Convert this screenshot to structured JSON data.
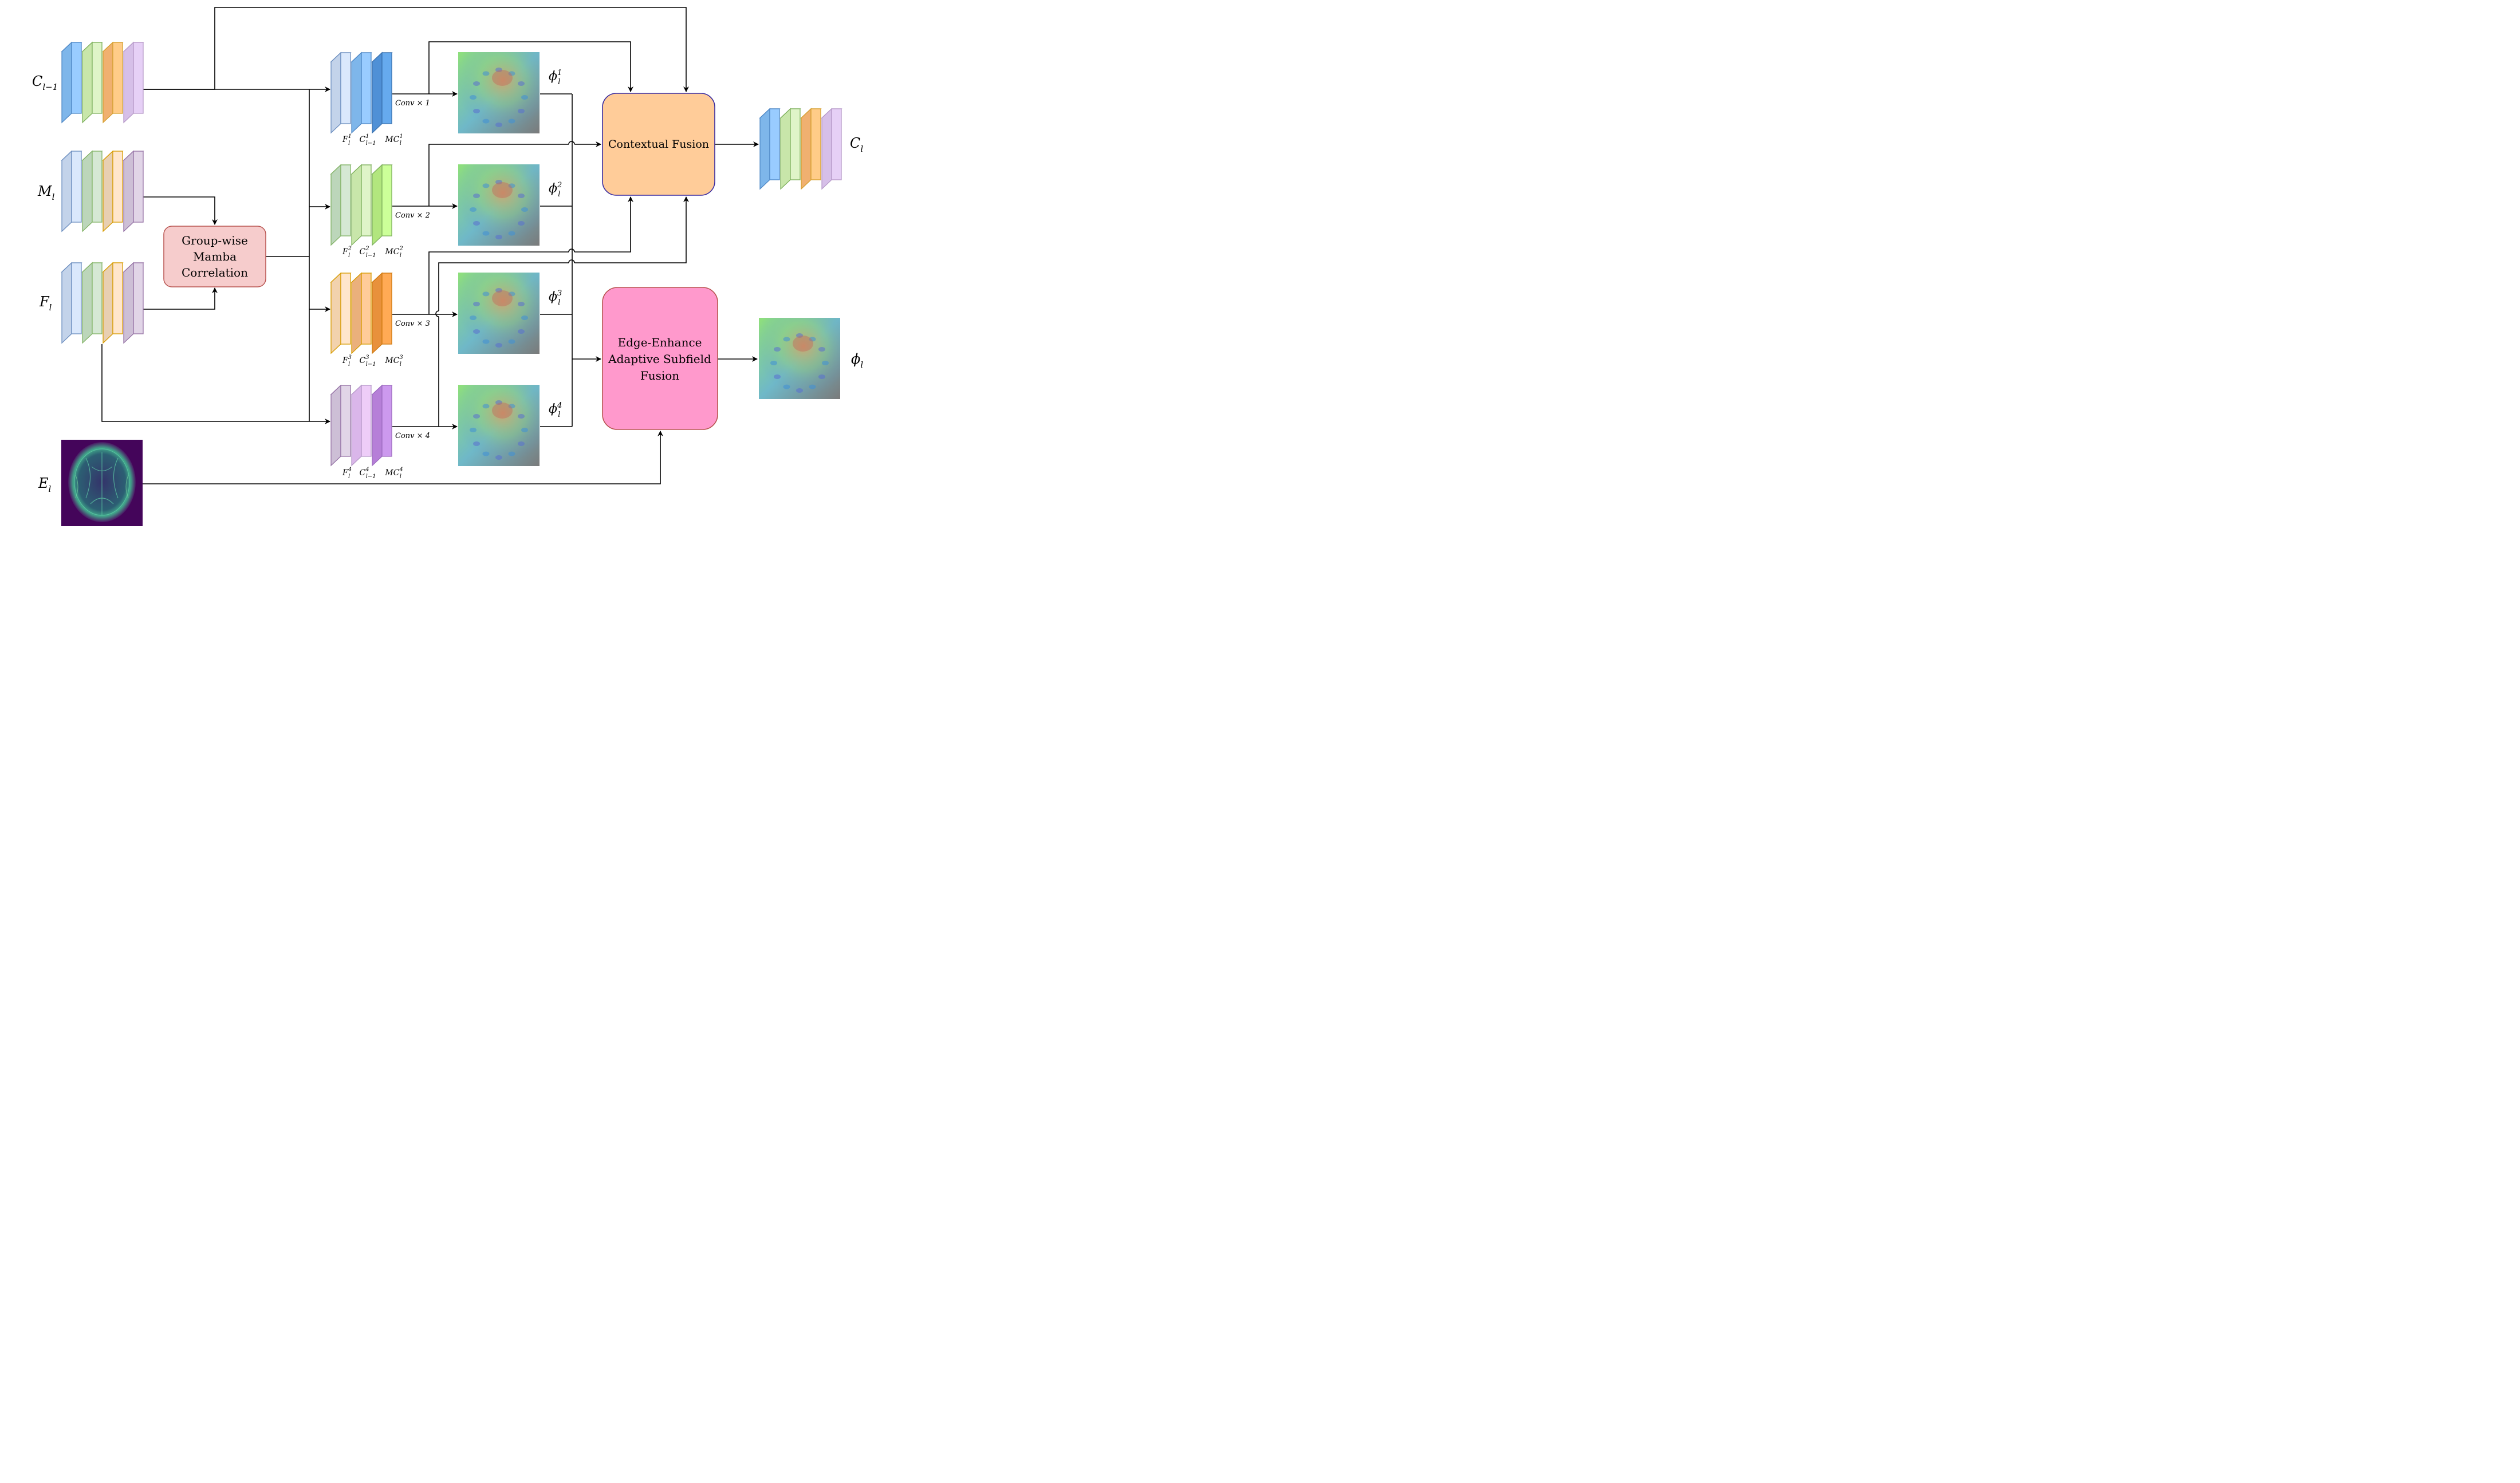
{
  "colors": {
    "blue_face": "#99ccff",
    "blue_side": "#7eb6ea",
    "blue_stroke": "#4f88c6",
    "green_face": "#dff4c8",
    "green_side": "#c8e6aa",
    "green_stroke": "#7fb15e",
    "orange_face": "#ffcc88",
    "orange_side": "#f0b070",
    "orange_stroke": "#d6a030",
    "purple_face": "#e6d0f6",
    "purple_side": "#d6bfe8",
    "purple_stroke": "#b79ac9",
    "gwmc_fill": "#f6cccc",
    "gwmc_stroke": "#b85450",
    "cf_fill": "#ffcc99",
    "cf_stroke": "#3a2ca0",
    "ee_fill": "#ff99cc",
    "ee_stroke": "#b85450",
    "arrow": "#000000"
  },
  "inputs": [
    {
      "id": "c_prev",
      "label_main": "C",
      "label_sub": "l−1",
      "colors": [
        "blue",
        "green",
        "orange",
        "purple"
      ]
    },
    {
      "id": "m_l",
      "label_main": "M",
      "label_sub": "l",
      "colors": [
        "blue",
        "green",
        "orange",
        "purple"
      ]
    },
    {
      "id": "f_l",
      "label_main": "F",
      "label_sub": "l",
      "colors": [
        "blue",
        "green",
        "orange",
        "purple"
      ]
    },
    {
      "id": "e_l",
      "label_main": "E",
      "label_sub": "l"
    }
  ],
  "modules": {
    "gwmc": {
      "lines": [
        "Group-wise",
        "Mamba",
        "Correlation"
      ]
    },
    "contextual_fusion": {
      "label": "Contextual Fusion"
    },
    "edge_enhance": {
      "lines": [
        "Edge-Enhance",
        "Adaptive Subfield",
        "Fusion"
      ]
    }
  },
  "branches": [
    {
      "index": "1",
      "conv": "Conv × 1",
      "color": "blue",
      "stack_labels": [
        {
          "main": "F",
          "sup": "1",
          "sub": "l"
        },
        {
          "main": "C",
          "sup": "1",
          "sub": "l−1"
        },
        {
          "main": "MC",
          "sup": "1",
          "sub": "l"
        }
      ],
      "phi": {
        "main": "ϕ",
        "sup": "1",
        "sub": "l"
      }
    },
    {
      "index": "2",
      "conv": "Conv × 2",
      "color": "green",
      "stack_labels": [
        {
          "main": "F",
          "sup": "2",
          "sub": "l"
        },
        {
          "main": "C",
          "sup": "2",
          "sub": "l−1"
        },
        {
          "main": "MC",
          "sup": "2",
          "sub": "l"
        }
      ],
      "phi": {
        "main": "ϕ",
        "sup": "2",
        "sub": "l"
      }
    },
    {
      "index": "3",
      "conv": "Conv × 3",
      "color": "orange",
      "stack_labels": [
        {
          "main": "F",
          "sup": "3",
          "sub": "l"
        },
        {
          "main": "C",
          "sup": "3",
          "sub": "l−1"
        },
        {
          "main": "MC",
          "sup": "3",
          "sub": "l"
        }
      ],
      "phi": {
        "main": "ϕ",
        "sup": "3",
        "sub": "l"
      }
    },
    {
      "index": "4",
      "conv": "Conv × 4",
      "color": "purple",
      "stack_labels": [
        {
          "main": "F",
          "sup": "4",
          "sub": "l"
        },
        {
          "main": "C",
          "sup": "4",
          "sub": "l−1"
        },
        {
          "main": "MC",
          "sup": "4",
          "sub": "l"
        }
      ],
      "phi": {
        "main": "ϕ",
        "sup": "4",
        "sub": "l"
      }
    }
  ],
  "outputs": {
    "c_l": {
      "main": "C",
      "sub": "l"
    },
    "phi_l": {
      "main": "ϕ",
      "sub": "l"
    }
  }
}
